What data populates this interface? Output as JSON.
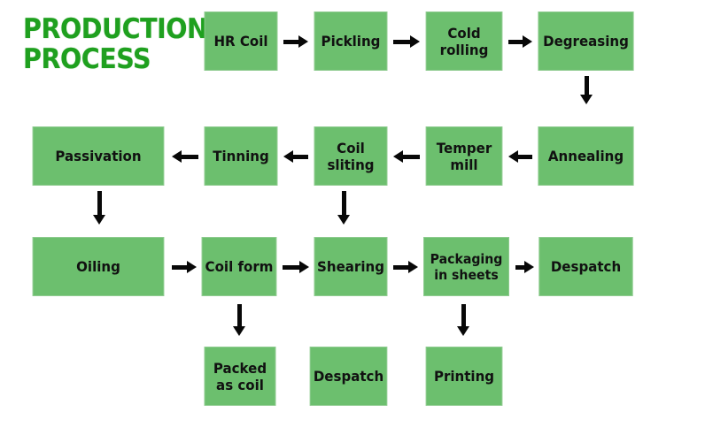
{
  "diagram": {
    "title": "PRODUCTION\nPROCESS",
    "title_color": "#1FA01F",
    "node_fill": "#6CBF6E",
    "node_border": "#8ECB8F",
    "arrow_color": "#080808",
    "background": "#FFFFFF",
    "nodes": [
      {
        "id": "hr-coil",
        "label": "HR Coil"
      },
      {
        "id": "pickling",
        "label": "Pickling"
      },
      {
        "id": "cold-rolling",
        "label": "Cold\nrolling"
      },
      {
        "id": "degreasing",
        "label": "Degreasing"
      },
      {
        "id": "annealing",
        "label": "Annealing"
      },
      {
        "id": "temper-mill",
        "label": "Temper\nmill"
      },
      {
        "id": "coil-sliting",
        "label": "Coil\nsliting"
      },
      {
        "id": "tinning",
        "label": "Tinning"
      },
      {
        "id": "passivation",
        "label": "Passivation"
      },
      {
        "id": "oiling",
        "label": "Oiling"
      },
      {
        "id": "coil-form",
        "label": "Coil form"
      },
      {
        "id": "shearing",
        "label": "Shearing"
      },
      {
        "id": "packaging-in-sheets",
        "label": "Packaging\nin sheets"
      },
      {
        "id": "despatch-sheets",
        "label": "Despatch"
      },
      {
        "id": "packed-as-coil",
        "label": "Packed\nas coil"
      },
      {
        "id": "despatch-coil",
        "label": "Despatch"
      },
      {
        "id": "printing",
        "label": "Printing"
      }
    ],
    "edges": [
      {
        "from": "hr-coil",
        "to": "pickling",
        "direction": "right"
      },
      {
        "from": "pickling",
        "to": "cold-rolling",
        "direction": "right"
      },
      {
        "from": "cold-rolling",
        "to": "degreasing",
        "direction": "right"
      },
      {
        "from": "degreasing",
        "to": "annealing",
        "direction": "down"
      },
      {
        "from": "annealing",
        "to": "temper-mill",
        "direction": "left"
      },
      {
        "from": "temper-mill",
        "to": "coil-sliting",
        "direction": "left"
      },
      {
        "from": "coil-sliting",
        "to": "tinning",
        "direction": "left"
      },
      {
        "from": "tinning",
        "to": "passivation",
        "direction": "left"
      },
      {
        "from": "passivation",
        "to": "oiling",
        "direction": "down"
      },
      {
        "from": "oiling",
        "to": "coil-form",
        "direction": "right"
      },
      {
        "from": "coil-form",
        "to": "shearing",
        "direction": "right"
      },
      {
        "from": "coil-sliting",
        "to": "shearing",
        "direction": "down"
      },
      {
        "from": "shearing",
        "to": "packaging-in-sheets",
        "direction": "right"
      },
      {
        "from": "packaging-in-sheets",
        "to": "despatch-sheets",
        "direction": "right"
      },
      {
        "from": "coil-form",
        "to": "packed-as-coil",
        "direction": "down"
      },
      {
        "from": "packaging-in-sheets",
        "to": "printing",
        "direction": "down"
      }
    ]
  }
}
